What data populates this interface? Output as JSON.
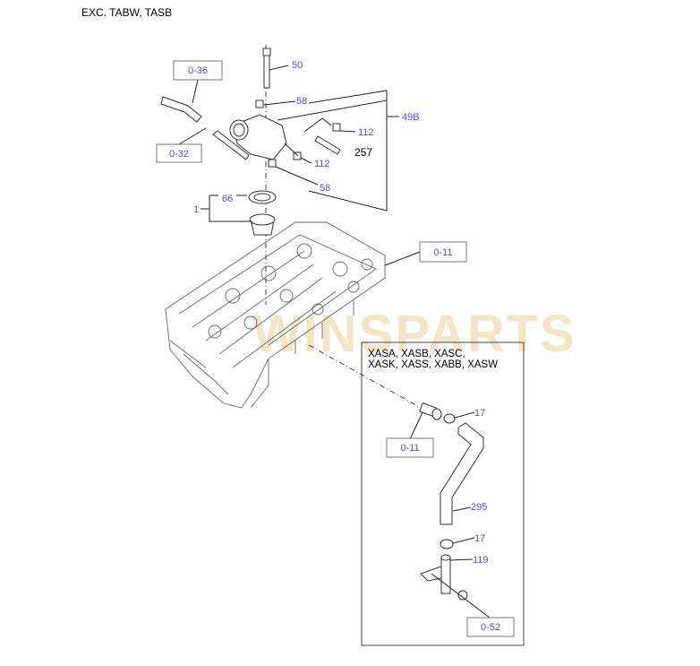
{
  "header": {
    "title": "EXC. TABW, TASB"
  },
  "watermark": "WINSPARTS",
  "callouts": {
    "bolt": "50",
    "plug_top": "58",
    "housing_assy": "49B",
    "plug_112_top": "112",
    "sensor": "257",
    "plug_112_bottom": "112",
    "plug_bottom": "58",
    "gasket": "66",
    "thermostat": "1",
    "clamp_top": "17",
    "hose": "295",
    "clamp_bottom": "17",
    "tee_fitting": "119"
  },
  "references": {
    "hose_ref": "0-36",
    "pipe_ref": "0-32",
    "cylinder_head_ref": "0-11",
    "fitting_ref": "0-11",
    "tee_ref": "0-52"
  },
  "inset": {
    "line1": "XASA, XASB, XASC,",
    "line2": "XASK, XASS, XABB, XASW"
  }
}
